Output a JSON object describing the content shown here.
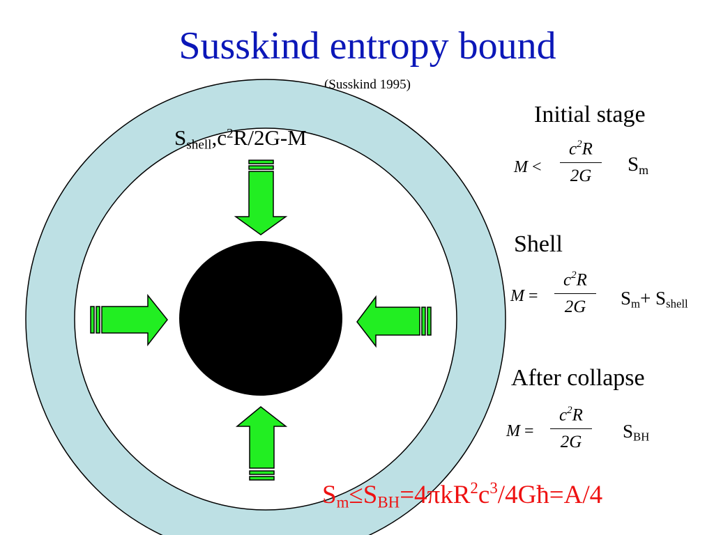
{
  "title": "Susskind entropy bound",
  "subtitle": "(Susskind 1995)",
  "colors": {
    "title": "#0b17b8",
    "shell_fill": "#bde0e4",
    "arrow_fill": "#22ee22",
    "black_hole": "#000000",
    "bottom_equation": "#ee1111"
  },
  "shell_label": {
    "s": "S",
    "s_sub": "shell",
    "rest1": ",c",
    "sup2": "2",
    "rest2": "R/2G-M"
  },
  "stages": [
    {
      "heading": "Initial stage",
      "lhs": "M",
      "relation": "<",
      "num_c": "c",
      "num_sup": "2",
      "num_r": "R",
      "den": "2G",
      "entropy_s": "S",
      "entropy_sub": "m"
    },
    {
      "heading": "Shell",
      "lhs": "M",
      "relation": "=",
      "num_c": "c",
      "num_sup": "2",
      "num_r": "R",
      "den": "2G",
      "entropy_s": "S",
      "entropy_sub": "m",
      "entropy_plus": "+ S",
      "entropy_sub2": "shell"
    },
    {
      "heading": "After collapse",
      "lhs": "M",
      "relation": "=",
      "num_c": "c",
      "num_sup": "2",
      "num_r": "R",
      "den": "2G",
      "entropy_s": "S",
      "entropy_sub": "BH"
    }
  ],
  "bottom_equation": {
    "s1": "S",
    "s1_sub": "m",
    "leq": "≤S",
    "s2_sub": "BH",
    "p1": "=4πkR",
    "sup_a": "2",
    "p2": "c",
    "sup_b": "3",
    "p3": "/4Għ=A/4"
  }
}
